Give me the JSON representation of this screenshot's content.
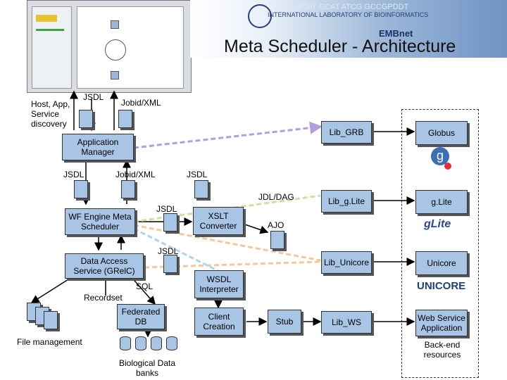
{
  "header": {
    "title": "Meta Scheduler - Architecture",
    "logo_text": "EMBnet",
    "banner_text": "INTERNATIONAL LABORATORY OF BIOINFORMATICS",
    "banner_seq": "GCAT GCAT ATCG GCCGPDDT"
  },
  "labels": {
    "host_discovery": "Host, App, Service discovery",
    "jsdl_top": "JSDL",
    "jobid_top": "Jobid/XML",
    "app_manager": "Application Manager",
    "jsdl_left": "JSDL",
    "jobid_mid": "Jobid/XML",
    "jsdl_mid": "JSDL",
    "jdl_dag": "JDL/DAG",
    "jsdl_wf": "JSDL",
    "wf_engine": "WF Engine Meta Scheduler",
    "xslt": "XSLT Converter",
    "ajo": "AJO",
    "jsdl_lower": "JSDL",
    "data_access": "Data Access Service (GRelC)",
    "sql": "SQL",
    "recordset": "Recordset",
    "federated_db": "Federated DB",
    "wsdl": "WSDL Interpreter",
    "client_creation": "Client Creation",
    "stub": "Stub",
    "file_mgmt": "File management",
    "bio_data": "Biological Data banks"
  },
  "libs": {
    "grb": "Lib_GRB",
    "glite": "Lib_g.Lite",
    "unicore": "Lib_Unicore",
    "ws": "Lib_WS"
  },
  "resources": {
    "globus": "Globus",
    "glite": "g.Lite",
    "unicore": "Unicore",
    "webservice": "Web Service Application",
    "backend": "Back-end resources",
    "glite_logo": "gLite",
    "unicore_logo": "UNICORE"
  },
  "colors": {
    "box": "#a9c5e6",
    "arrow_grb": "#b49ddc",
    "arrow_glite": "#c8e39a",
    "arrow_unicore": "#f3c99b",
    "arrow_ws": "#a9d6ec"
  }
}
